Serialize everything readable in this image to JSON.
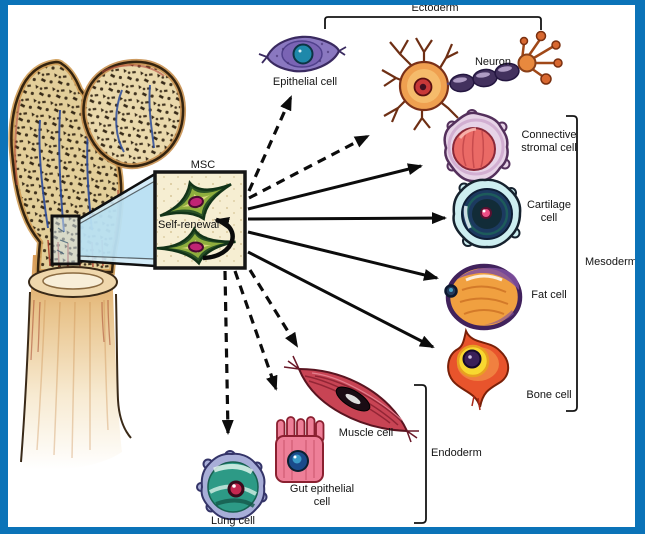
{
  "frame": {
    "border_color": "#0b73b8"
  },
  "msc": {
    "label": "MSC",
    "self_renewal": "Self-renewal"
  },
  "layers": {
    "ectoderm": "Ectoderm",
    "mesoderm": "Mesoderm",
    "endoderm": "Endoderm"
  },
  "cells": {
    "epithelial": "Epithelial cell",
    "neuron": "Neuron",
    "connective": "Connective stromal cell",
    "cartilage": "Cartilage cell",
    "fat": "Fat cell",
    "bone": "Bone cell",
    "muscle": "Muscle cell",
    "gut": "Gut epithelial cell",
    "lung": "Lung cell"
  }
}
